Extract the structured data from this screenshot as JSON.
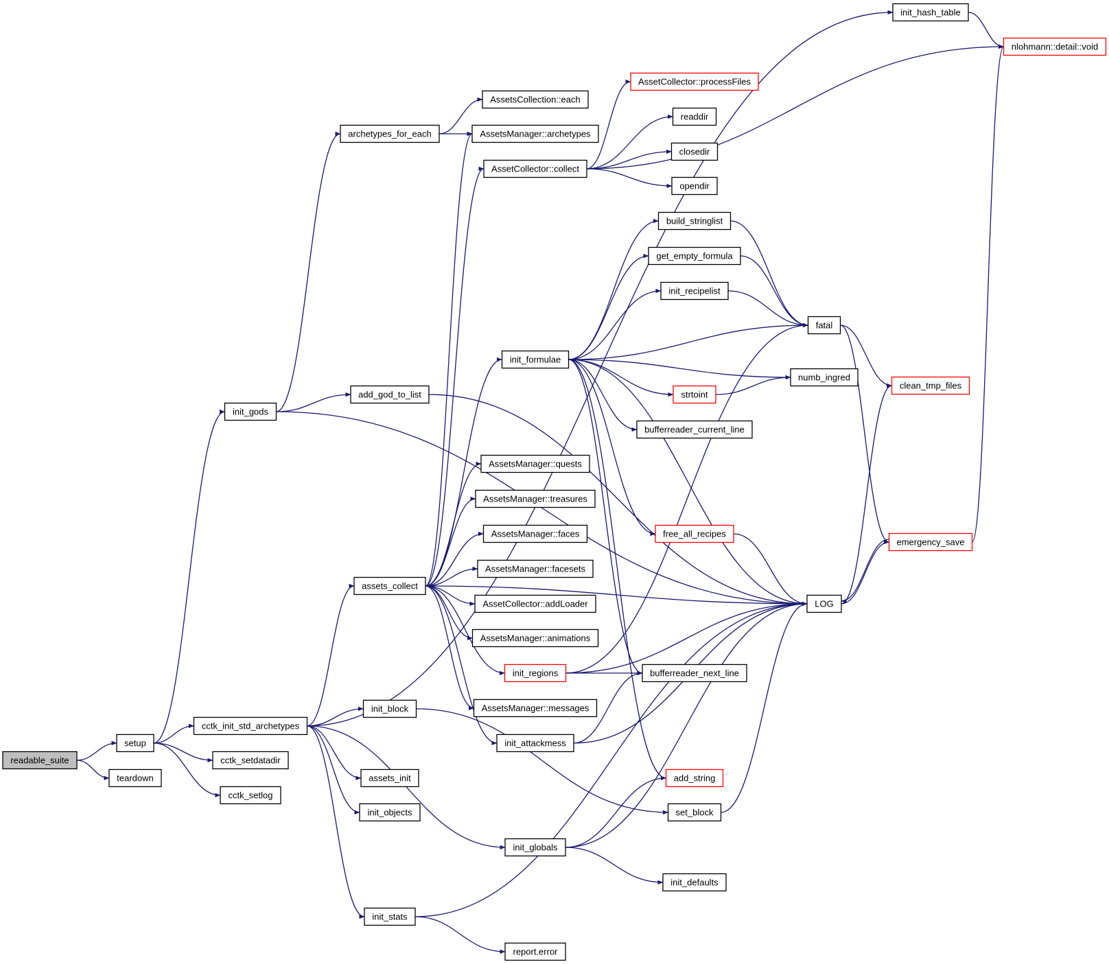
{
  "graph": {
    "root": "readable_suite",
    "edge_color": "#191970",
    "incomplete_border_color": "#ff0000",
    "root_fill_color": "#bfbfbf",
    "nodes": [
      {
        "id": "readable_suite",
        "label": "readable_suite",
        "style": "root"
      },
      {
        "id": "setup",
        "label": "setup",
        "style": "normal"
      },
      {
        "id": "teardown",
        "label": "teardown",
        "style": "normal"
      },
      {
        "id": "init_gods",
        "label": "init_gods",
        "style": "normal"
      },
      {
        "id": "cctk_init_std_archetypes",
        "label": "cctk_init_std_archetypes",
        "style": "normal"
      },
      {
        "id": "cctk_setdatadir",
        "label": "cctk_setdatadir",
        "style": "normal"
      },
      {
        "id": "cctk_setlog",
        "label": "cctk_setlog",
        "style": "normal"
      },
      {
        "id": "archetypes_for_each",
        "label": "archetypes_for_each",
        "style": "normal"
      },
      {
        "id": "add_god_to_list",
        "label": "add_god_to_list",
        "style": "normal"
      },
      {
        "id": "assets_collect",
        "label": "assets_collect",
        "style": "normal"
      },
      {
        "id": "init_block",
        "label": "init_block",
        "style": "normal"
      },
      {
        "id": "assets_init",
        "label": "assets_init",
        "style": "normal"
      },
      {
        "id": "init_objects",
        "label": "init_objects",
        "style": "normal"
      },
      {
        "id": "init_stats",
        "label": "init_stats",
        "style": "normal"
      },
      {
        "id": "AssetsCollection_each",
        "label": "AssetsCollection::each",
        "style": "normal"
      },
      {
        "id": "AssetsManager_archetypes",
        "label": "AssetsManager::archetypes",
        "style": "normal"
      },
      {
        "id": "AssetCollector_collect",
        "label": "AssetCollector::collect",
        "style": "normal"
      },
      {
        "id": "init_formulae",
        "label": "init_formulae",
        "style": "normal"
      },
      {
        "id": "AssetsManager_quests",
        "label": "AssetsManager::quests",
        "style": "normal"
      },
      {
        "id": "AssetsManager_treasures",
        "label": "AssetsManager::treasures",
        "style": "normal"
      },
      {
        "id": "AssetsManager_faces",
        "label": "AssetsManager::faces",
        "style": "normal"
      },
      {
        "id": "AssetsManager_facesets",
        "label": "AssetsManager::facesets",
        "style": "normal"
      },
      {
        "id": "AssetCollector_addLoader",
        "label": "AssetCollector::addLoader",
        "style": "normal"
      },
      {
        "id": "AssetsManager_animations",
        "label": "AssetsManager::animations",
        "style": "normal"
      },
      {
        "id": "init_regions",
        "label": "init_regions",
        "style": "incomplete"
      },
      {
        "id": "AssetsManager_messages",
        "label": "AssetsManager::messages",
        "style": "normal"
      },
      {
        "id": "init_attackmess",
        "label": "init_attackmess",
        "style": "normal"
      },
      {
        "id": "init_globals",
        "label": "init_globals",
        "style": "normal"
      },
      {
        "id": "report_error",
        "label": "report.error",
        "style": "normal"
      },
      {
        "id": "AssetCollector_processFiles",
        "label": "AssetCollector::processFiles",
        "style": "incomplete"
      },
      {
        "id": "readdir",
        "label": "readdir",
        "style": "normal"
      },
      {
        "id": "closedir",
        "label": "closedir",
        "style": "normal"
      },
      {
        "id": "opendir",
        "label": "opendir",
        "style": "normal"
      },
      {
        "id": "build_stringlist",
        "label": "build_stringlist",
        "style": "normal"
      },
      {
        "id": "get_empty_formula",
        "label": "get_empty_formula",
        "style": "normal"
      },
      {
        "id": "init_recipelist",
        "label": "init_recipelist",
        "style": "normal"
      },
      {
        "id": "strtoint",
        "label": "strtoint",
        "style": "incomplete"
      },
      {
        "id": "bufferreader_current_line",
        "label": "bufferreader_current_line",
        "style": "normal"
      },
      {
        "id": "free_all_recipes",
        "label": "free_all_recipes",
        "style": "incomplete"
      },
      {
        "id": "bufferreader_next_line",
        "label": "bufferreader_next_line",
        "style": "normal"
      },
      {
        "id": "add_string",
        "label": "add_string",
        "style": "incomplete"
      },
      {
        "id": "set_block",
        "label": "set_block",
        "style": "normal"
      },
      {
        "id": "init_defaults",
        "label": "init_defaults",
        "style": "normal"
      },
      {
        "id": "init_hash_table",
        "label": "init_hash_table",
        "style": "normal"
      },
      {
        "id": "fatal",
        "label": "fatal",
        "style": "normal"
      },
      {
        "id": "numb_ingred",
        "label": "numb_ingred",
        "style": "normal"
      },
      {
        "id": "LOG",
        "label": "LOG",
        "style": "normal"
      },
      {
        "id": "nlohmann_detail_void",
        "label": "nlohmann::detail::void",
        "style": "incomplete"
      },
      {
        "id": "clean_tmp_files",
        "label": "clean_tmp_files",
        "style": "incomplete"
      },
      {
        "id": "emergency_save",
        "label": "emergency_save",
        "style": "incomplete"
      }
    ],
    "edges": [
      [
        "readable_suite",
        "setup"
      ],
      [
        "readable_suite",
        "teardown"
      ],
      [
        "setup",
        "init_gods"
      ],
      [
        "setup",
        "cctk_init_std_archetypes"
      ],
      [
        "setup",
        "cctk_setdatadir"
      ],
      [
        "setup",
        "cctk_setlog"
      ],
      [
        "init_gods",
        "archetypes_for_each"
      ],
      [
        "init_gods",
        "add_god_to_list"
      ],
      [
        "init_gods",
        "LOG"
      ],
      [
        "archetypes_for_each",
        "AssetsCollection_each"
      ],
      [
        "archetypes_for_each",
        "AssetsManager_archetypes"
      ],
      [
        "add_god_to_list",
        "LOG"
      ],
      [
        "cctk_init_std_archetypes",
        "init_hash_table"
      ],
      [
        "cctk_init_std_archetypes",
        "assets_collect"
      ],
      [
        "cctk_init_std_archetypes",
        "init_block"
      ],
      [
        "cctk_init_std_archetypes",
        "assets_init"
      ],
      [
        "cctk_init_std_archetypes",
        "init_objects"
      ],
      [
        "cctk_init_std_archetypes",
        "init_stats"
      ],
      [
        "cctk_init_std_archetypes",
        "init_globals"
      ],
      [
        "assets_collect",
        "AssetsManager_archetypes"
      ],
      [
        "assets_collect",
        "AssetCollector_collect"
      ],
      [
        "assets_collect",
        "init_formulae"
      ],
      [
        "assets_collect",
        "AssetsManager_quests"
      ],
      [
        "assets_collect",
        "AssetsManager_treasures"
      ],
      [
        "assets_collect",
        "AssetsManager_faces"
      ],
      [
        "assets_collect",
        "AssetsManager_facesets"
      ],
      [
        "assets_collect",
        "AssetCollector_addLoader"
      ],
      [
        "assets_collect",
        "AssetsManager_animations"
      ],
      [
        "assets_collect",
        "init_regions"
      ],
      [
        "assets_collect",
        "AssetsManager_messages"
      ],
      [
        "assets_collect",
        "init_attackmess"
      ],
      [
        "assets_collect",
        "LOG"
      ],
      [
        "AssetCollector_collect",
        "AssetCollector_processFiles"
      ],
      [
        "AssetCollector_collect",
        "readdir"
      ],
      [
        "AssetCollector_collect",
        "closedir"
      ],
      [
        "AssetCollector_collect",
        "opendir"
      ],
      [
        "AssetCollector_collect",
        "nlohmann_detail_void"
      ],
      [
        "init_formulae",
        "build_stringlist"
      ],
      [
        "init_formulae",
        "get_empty_formula"
      ],
      [
        "init_formulae",
        "init_recipelist"
      ],
      [
        "init_formulae",
        "fatal"
      ],
      [
        "init_formulae",
        "numb_ingred"
      ],
      [
        "init_formulae",
        "strtoint"
      ],
      [
        "init_formulae",
        "bufferreader_current_line"
      ],
      [
        "init_formulae",
        "free_all_recipes"
      ],
      [
        "init_formulae",
        "bufferreader_next_line"
      ],
      [
        "init_formulae",
        "add_string"
      ],
      [
        "init_formulae",
        "LOG"
      ],
      [
        "build_stringlist",
        "fatal"
      ],
      [
        "get_empty_formula",
        "fatal"
      ],
      [
        "init_recipelist",
        "fatal"
      ],
      [
        "strtoint",
        "numb_ingred"
      ],
      [
        "free_all_recipes",
        "LOG"
      ],
      [
        "init_regions",
        "fatal"
      ],
      [
        "init_regions",
        "bufferreader_next_line"
      ],
      [
        "init_regions",
        "LOG"
      ],
      [
        "init_attackmess",
        "bufferreader_next_line"
      ],
      [
        "init_attackmess",
        "LOG"
      ],
      [
        "init_block",
        "set_block"
      ],
      [
        "set_block",
        "LOG"
      ],
      [
        "init_globals",
        "add_string"
      ],
      [
        "init_globals",
        "init_defaults"
      ],
      [
        "init_globals",
        "LOG"
      ],
      [
        "init_stats",
        "report_error"
      ],
      [
        "init_stats",
        "LOG"
      ],
      [
        "init_hash_table",
        "nlohmann_detail_void"
      ],
      [
        "fatal",
        "clean_tmp_files"
      ],
      [
        "fatal",
        "emergency_save"
      ],
      [
        "LOG",
        "clean_tmp_files"
      ],
      [
        "LOG",
        "emergency_save"
      ],
      [
        "emergency_save",
        "LOG"
      ],
      [
        "emergency_save",
        "nlohmann_detail_void"
      ]
    ]
  }
}
